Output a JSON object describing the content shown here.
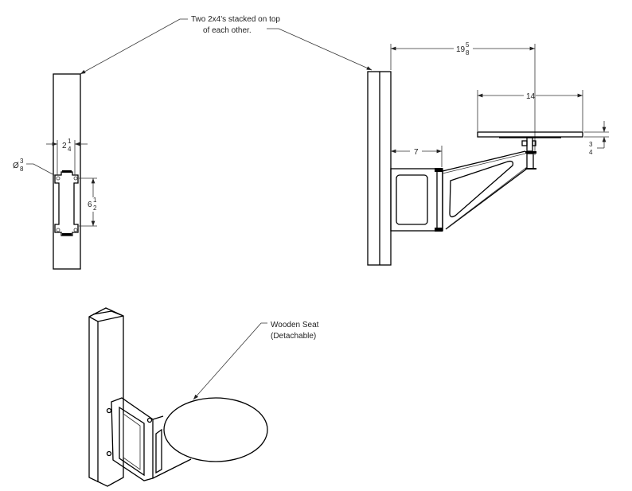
{
  "annotations": {
    "post_note_line1": "Two 2x4's stacked on top",
    "post_note_line2": "of each other.",
    "seat_note_line1": "Wooden Seat",
    "seat_note_line2": "(Detachable)"
  },
  "dimensions": {
    "bracket_width": {
      "whole": "2",
      "num": "1",
      "den": "4"
    },
    "hole_diameter": {
      "prefix": "Ø",
      "num": "3",
      "den": "8"
    },
    "hole_spacing": {
      "whole": "6",
      "num": "1",
      "den": "2"
    },
    "overall_reach": {
      "whole": "19",
      "num": "5",
      "den": "8"
    },
    "seat_width": "14",
    "seat_thickness": {
      "num": "3",
      "den": "4"
    },
    "bracket_depth": "7"
  }
}
